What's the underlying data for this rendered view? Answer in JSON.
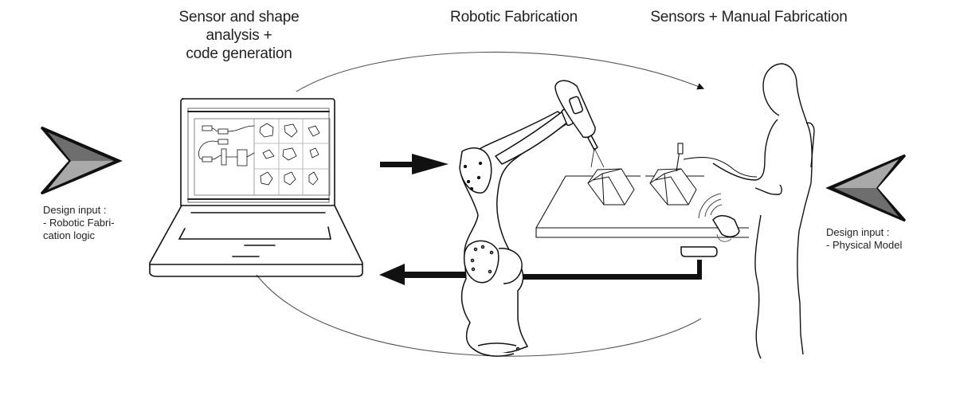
{
  "titles": {
    "analysis_line1": "Sensor and shape",
    "analysis_line2": "analysis +",
    "analysis_line3": "code generation",
    "robotic": "Robotic Fabrication",
    "manual": "Sensors + Manual Fabrication"
  },
  "inputs": {
    "left": {
      "line1": "Design input :",
      "line2": "- Robotic Fabri-",
      "line3": "cation logic"
    },
    "right": {
      "line1": "Design input :",
      "line2": "- Physical Model"
    }
  },
  "icons": {
    "left_arrowhead": "chevron-right-arrowhead",
    "right_arrowhead": "chevron-left-arrowhead",
    "laptop": "laptop",
    "robot_arm": "industrial-robot-arm",
    "worktable": "table",
    "person": "human-figure",
    "sensor": "wireless-sensor"
  },
  "colors": {
    "ink": "#111111",
    "arrow_dark": "#6e6e6e",
    "arrow_light": "#a9a9a9",
    "cycle_line": "#555555"
  }
}
